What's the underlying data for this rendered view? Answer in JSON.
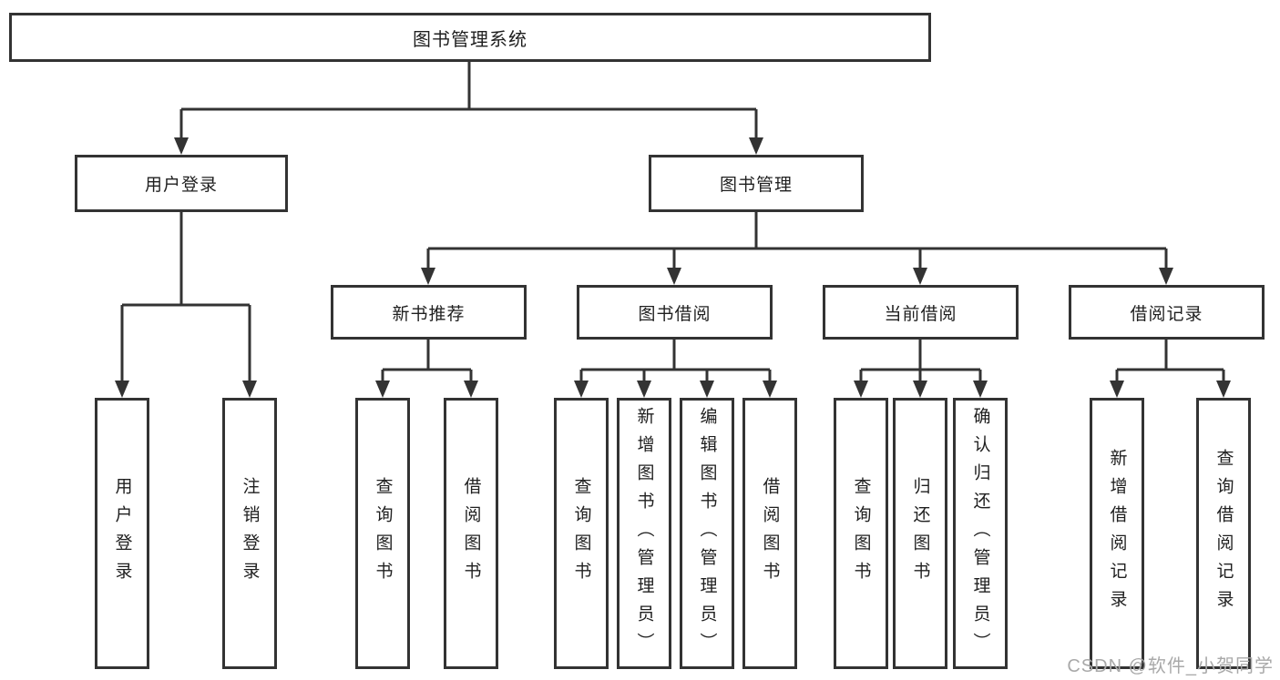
{
  "tree": {
    "label": "图书管理系统",
    "children": [
      {
        "label": "用户登录",
        "children": [
          {
            "label": "用户登录"
          },
          {
            "label": "注销登录"
          }
        ]
      },
      {
        "label": "图书管理",
        "children": [
          {
            "label": "新书推荐",
            "children": [
              {
                "label": "查询图书"
              },
              {
                "label": "借阅图书"
              }
            ]
          },
          {
            "label": "图书借阅",
            "children": [
              {
                "label": "查询图书"
              },
              {
                "label": "新增图书（管理员）"
              },
              {
                "label": "编辑图书（管理员）"
              },
              {
                "label": "借阅图书"
              }
            ]
          },
          {
            "label": "当前借阅",
            "children": [
              {
                "label": "查询图书"
              },
              {
                "label": "归还图书"
              },
              {
                "label": "确认归还（管理员）"
              }
            ]
          },
          {
            "label": "借阅记录",
            "children": [
              {
                "label": "新增借阅记录"
              },
              {
                "label": "查询借阅记录"
              }
            ]
          }
        ]
      }
    ]
  },
  "watermark": {
    "text": "CSDN @软件_小贺同学"
  },
  "colors": {
    "line": "#333333",
    "box_border": "#333333",
    "text": "#1f1f1f",
    "watermark": "#a9a9a9",
    "background": "#ffffff"
  }
}
